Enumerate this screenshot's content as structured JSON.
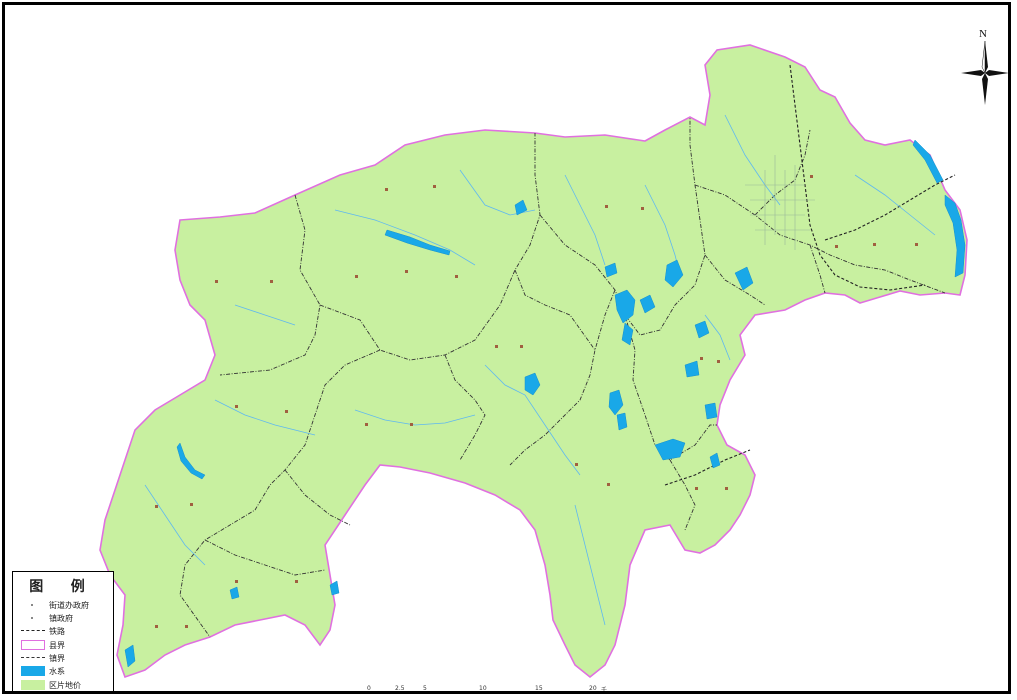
{
  "map": {
    "compass": {
      "north_label": "N",
      "icon": "north-arrow-icon"
    },
    "legend": {
      "title": "图 例",
      "items": [
        {
          "label": "街道办政府",
          "symbol": "dot-small"
        },
        {
          "label": "镇政府",
          "symbol": "dot-small"
        },
        {
          "label": "铁路",
          "symbol": "dashed-line"
        },
        {
          "label": "县界",
          "symbol": "pink-outline-box"
        },
        {
          "label": "镇界",
          "symbol": "dashdot-line"
        },
        {
          "label": "水系",
          "symbol": "blue-fill"
        },
        {
          "label": "区片地价",
          "symbol": "green-fill"
        }
      ]
    },
    "scale": {
      "ticks": [
        "0",
        "2.5",
        "5",
        "10",
        "15",
        "20"
      ],
      "unit": "千米"
    },
    "colors": {
      "land": "#c8f0a0",
      "county_border": "#e070e0",
      "water": "#19a8e8",
      "town_border": "#333333"
    }
  }
}
